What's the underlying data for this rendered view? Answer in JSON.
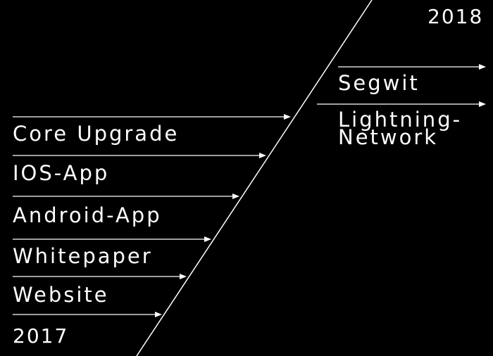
{
  "colors": {
    "background": "#000000",
    "foreground": "#ffffff"
  },
  "year_end": "2018",
  "year_start": "2017",
  "milestones_2017": [
    "Core Upgrade",
    "IOS-App",
    "Android-App",
    "Whitepaper",
    "Website"
  ],
  "milestones_2018": [
    "Segwit",
    "Lightning-\nNetwork"
  ]
}
